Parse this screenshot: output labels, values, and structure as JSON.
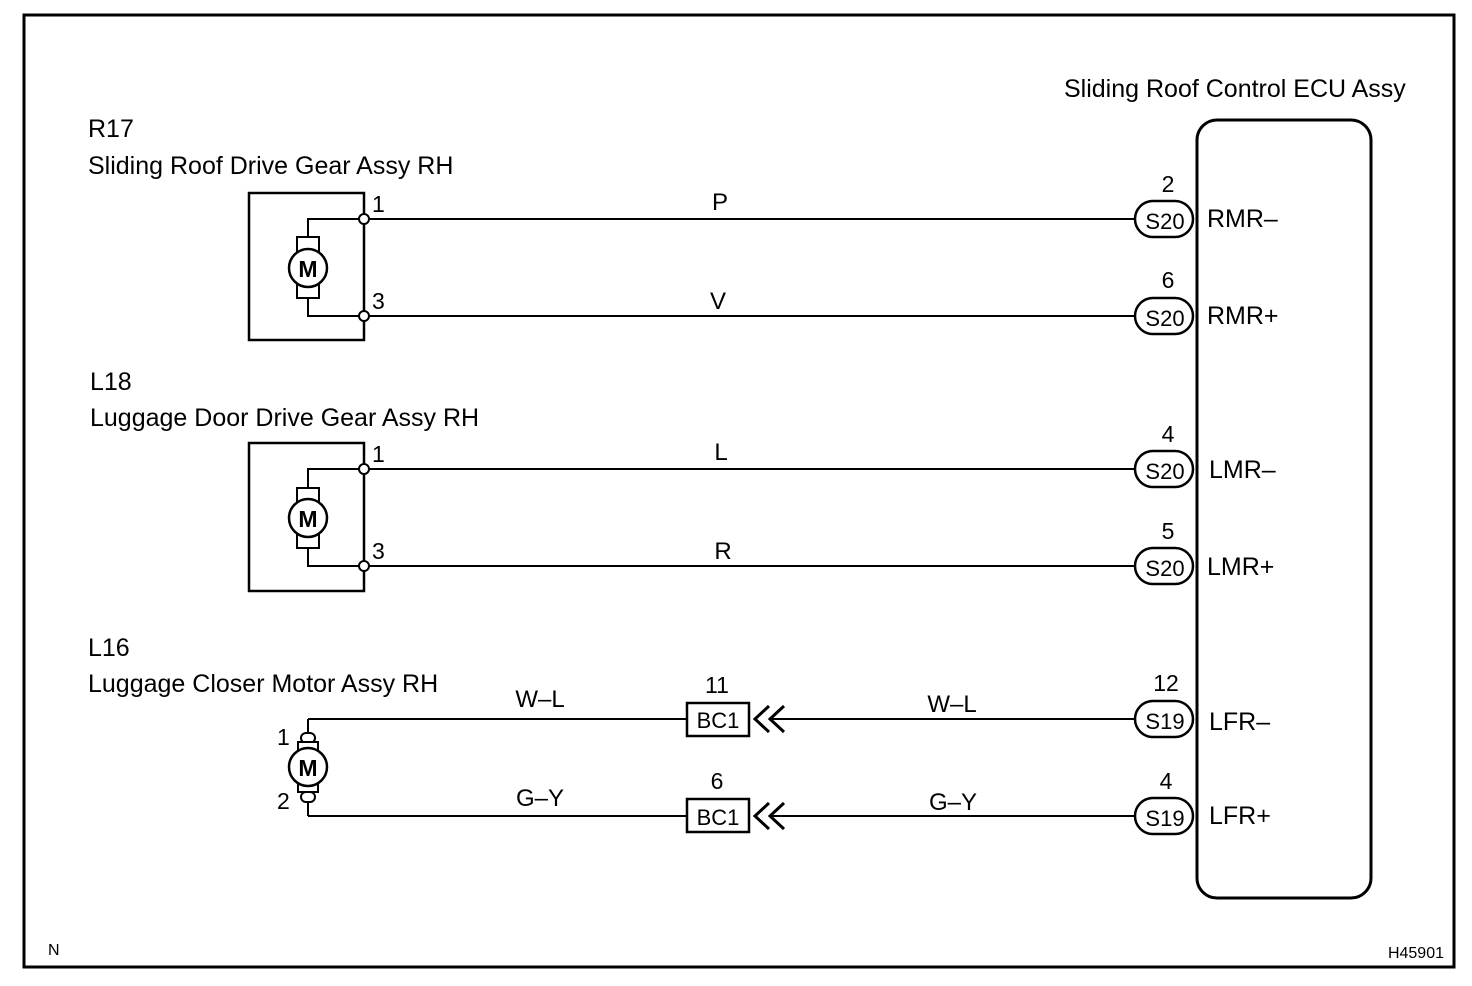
{
  "ecu": {
    "title": "Sliding Roof Control ECU Assy"
  },
  "components": [
    {
      "code": "R17",
      "name": "Sliding Roof Drive Gear Assy RH",
      "motor_label": "M",
      "pin_top": "1",
      "pin_bottom": "3"
    },
    {
      "code": "L18",
      "name": "Luggage Door Drive Gear Assy RH",
      "motor_label": "M",
      "pin_top": "1",
      "pin_bottom": "3"
    },
    {
      "code": "L16",
      "name": "Luggage Closer Motor Assy RH",
      "motor_label": "M",
      "pin_top": "1",
      "pin_bottom": "2"
    }
  ],
  "wires": [
    {
      "color": "P",
      "connector": "S20",
      "pin": "2",
      "terminal": "RMR–"
    },
    {
      "color": "V",
      "connector": "S20",
      "pin": "6",
      "terminal": "RMR+"
    },
    {
      "color": "L",
      "connector": "S20",
      "pin": "4",
      "terminal": "LMR–"
    },
    {
      "color": "R",
      "connector": "S20",
      "pin": "5",
      "terminal": "LMR+"
    },
    {
      "color": "W–L",
      "left_color": "W–L",
      "junction": "BC1",
      "junction_pin": "11",
      "connector": "S19",
      "pin": "12",
      "terminal": "LFR–"
    },
    {
      "color": "G–Y",
      "left_color": "G–Y",
      "junction": "BC1",
      "junction_pin": "6",
      "connector": "S19",
      "pin": "4",
      "terminal": "LFR+"
    }
  ],
  "footer": {
    "left_mark": "N",
    "figure_id": "H45901"
  }
}
